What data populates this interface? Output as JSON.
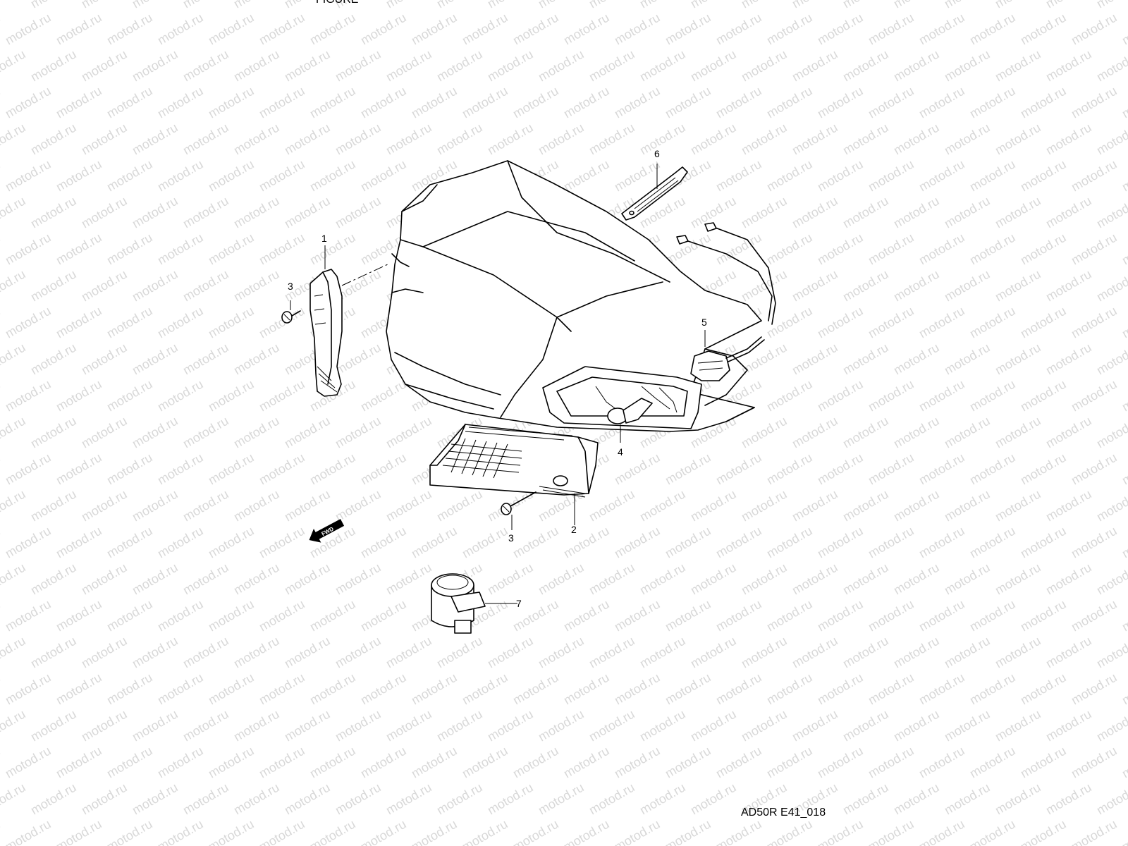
{
  "watermark_text": "motod.ru",
  "header_partial_text": "FIGURE",
  "figure_code": "AD50R E41_018",
  "direction_label": "FWD",
  "callouts": {
    "c1": "1",
    "c2": "2",
    "c3a": "3",
    "c3b": "3",
    "c4": "4",
    "c5": "5",
    "c6": "6",
    "c7": "7"
  },
  "colors": {
    "line": "#000000",
    "background": "#ffffff",
    "watermark": "#b9b9b9"
  }
}
